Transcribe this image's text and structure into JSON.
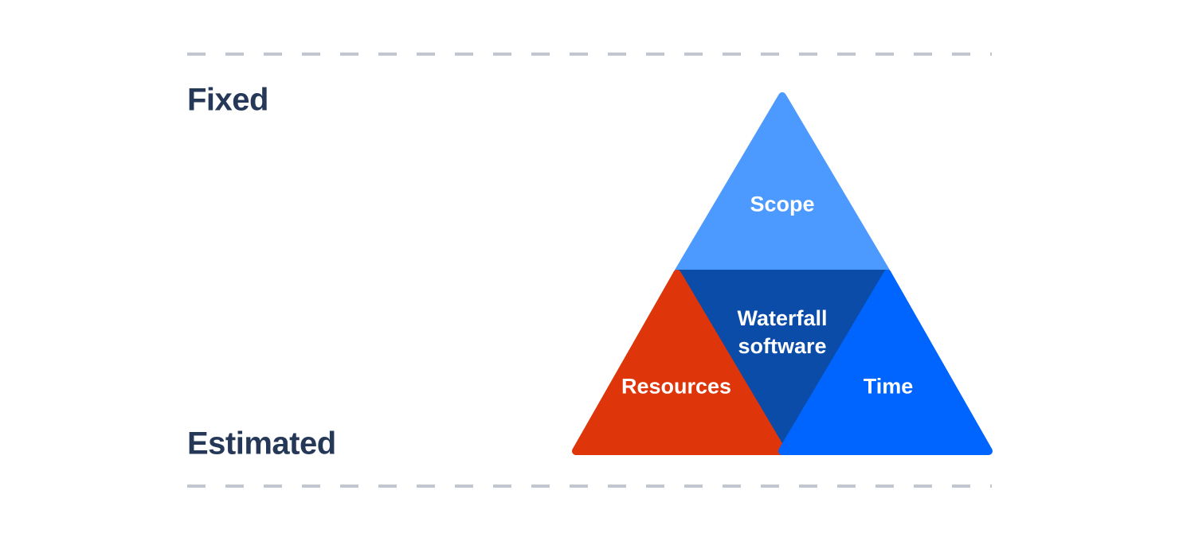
{
  "page": {
    "background_color": "#ffffff"
  },
  "annotations": {
    "top_label": "Fixed",
    "bottom_label": "Estimated",
    "text_color": "#253858",
    "dashed_line_color": "#c1c7d0"
  },
  "diagram": {
    "type": "triangle-diagram",
    "center_label": "Waterfall software",
    "center_label_lines": [
      "Waterfall",
      "software"
    ],
    "center_color": "#0a4ca8",
    "label_color": "#ffffff",
    "segments": [
      {
        "label": "Scope",
        "position": "top",
        "color": "#4c9aff"
      },
      {
        "label": "Resources",
        "position": "bottom-left",
        "color": "#de350b"
      },
      {
        "label": "Time",
        "position": "bottom-right",
        "color": "#0065ff"
      }
    ]
  }
}
